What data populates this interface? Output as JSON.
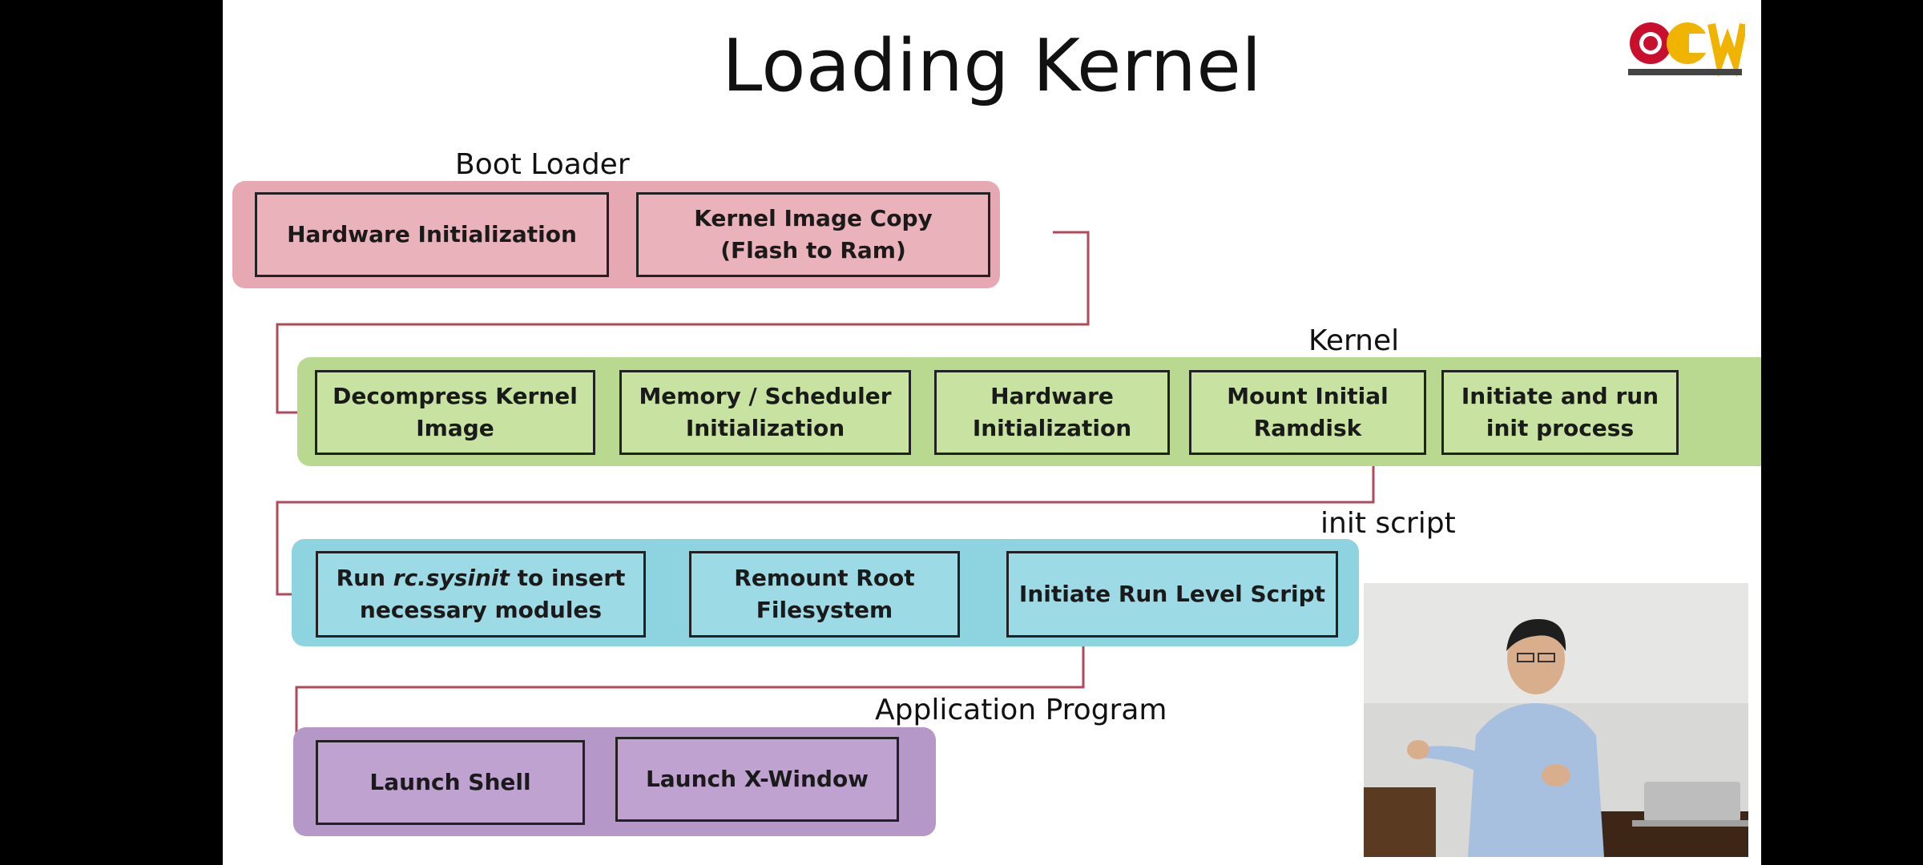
{
  "slide": {
    "title": "Loading Kernel",
    "logo_text": "OCW"
  },
  "groups": {
    "boot_loader": {
      "label": "Boot Loader",
      "boxes": [
        {
          "lines": [
            "Hardware Initialization"
          ]
        },
        {
          "lines": [
            "Kernel Image Copy",
            "(Flash to Ram)"
          ]
        }
      ]
    },
    "kernel": {
      "label": "Kernel",
      "boxes": [
        {
          "lines": [
            "Decompress Kernel",
            "Image"
          ]
        },
        {
          "lines": [
            "Memory / Scheduler",
            "Initialization"
          ]
        },
        {
          "lines": [
            "Hardware",
            "Initialization"
          ]
        },
        {
          "lines": [
            "Mount Initial",
            "Ramdisk"
          ]
        },
        {
          "lines": [
            "Initiate and run",
            "init process"
          ]
        }
      ]
    },
    "init_script": {
      "label": "init script",
      "boxes": [
        {
          "pre": "Run ",
          "italic": "rc.sysinit",
          "post": " to insert",
          "line2": "necessary modules"
        },
        {
          "lines": [
            "Remount Root",
            "Filesystem"
          ]
        },
        {
          "lines": [
            "Initiate Run Level Script"
          ]
        }
      ]
    },
    "application": {
      "label": "Application Program",
      "boxes": [
        {
          "lines": [
            "Launch Shell"
          ]
        },
        {
          "lines": [
            "Launch X-Window"
          ]
        }
      ]
    }
  },
  "colors": {
    "boot_loader": "#e6a9b3",
    "kernel": "#b8d98f",
    "init_script": "#8dd3e0",
    "application": "#b597c8",
    "connector": "#b04a5a"
  }
}
